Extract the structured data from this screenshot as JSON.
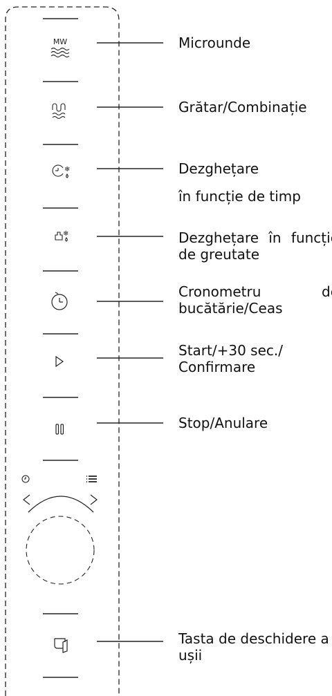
{
  "buttons": [
    {
      "id": "microwave",
      "icon": "microwave-waves-icon",
      "icon_text": "MW",
      "label": "Microunde"
    },
    {
      "id": "grill",
      "icon": "grill-combination-icon",
      "label": "Grătar/Combinație"
    },
    {
      "id": "time-defrost",
      "icon": "time-defrost-icon",
      "label_line1": "Dezghețare",
      "label_line2": "în funcție de timp"
    },
    {
      "id": "weight-defrost",
      "icon": "weight-defrost-icon",
      "label_line1_words": [
        "Dezghețare",
        "în",
        "funcție"
      ],
      "label_line2": "de greutate"
    },
    {
      "id": "kitchen-timer",
      "icon": "kitchen-timer-icon",
      "label_line1_words": [
        "Cronometru",
        "de"
      ],
      "label_line2": "bucătărie/Ceas"
    },
    {
      "id": "start",
      "icon": "play-icon",
      "label_line1": "Start/+30 sec./",
      "label_line2": "Confirmare"
    },
    {
      "id": "stop",
      "icon": "pause-icon",
      "label": "Stop/Anulare"
    },
    {
      "id": "door-open",
      "icon": "door-icon",
      "label_line1": "Tasta de deschidere a",
      "label_line2": "ușii"
    }
  ],
  "dial": {
    "left_icon": "clock-icon",
    "right_icon": "menu-list-icon",
    "left_arrow": "chevron-left-icon",
    "right_arrow": "chevron-right-icon"
  }
}
